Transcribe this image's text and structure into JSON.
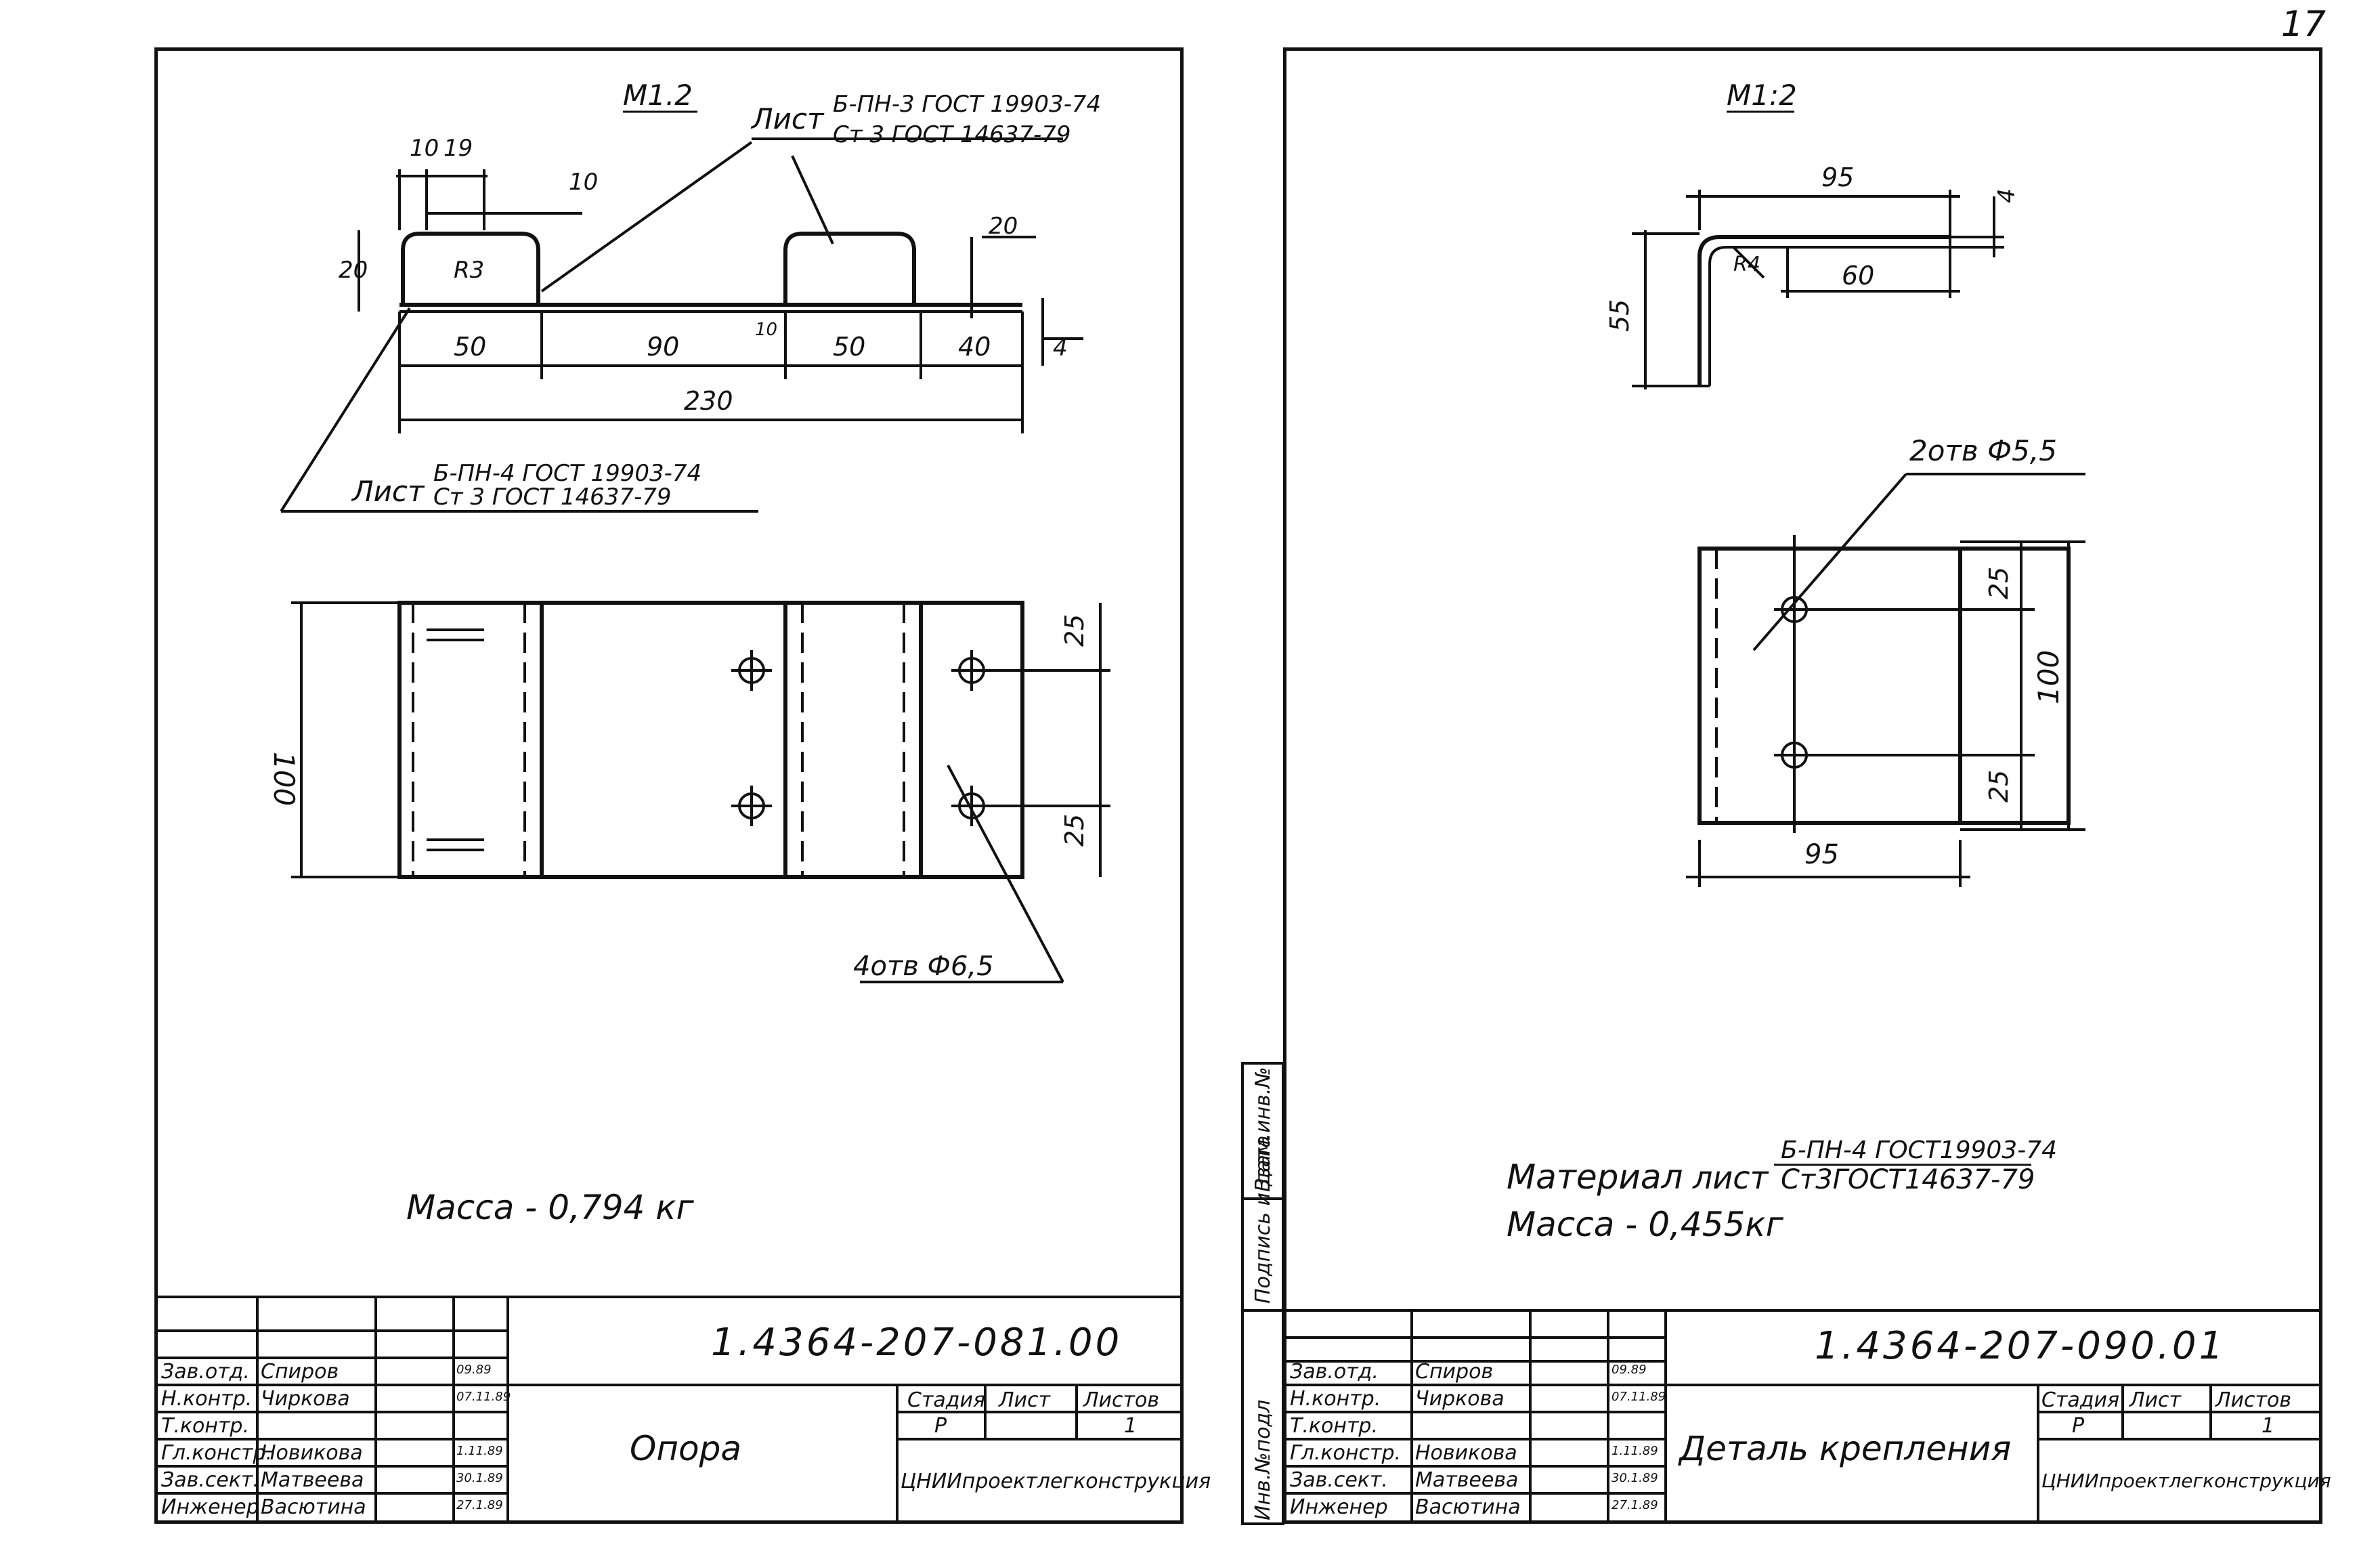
{
  "page_number": "17",
  "left": {
    "scale": "M1.2",
    "callout_top": {
      "prefix": "Лист",
      "numerator": "Б-ПН-3 ГОСТ 19903-74",
      "denominator": "Ст 3 ГОСТ 14637-79"
    },
    "callout_bottom": {
      "prefix": "Лист",
      "numerator": "Б-ПН-4 ГОСТ 19903-74",
      "denominator": "Ст 3 ГОСТ 14637-79"
    },
    "dims_top": [
      "10",
      "19",
      "10",
      "20",
      "R3",
      "20",
      "10",
      "4"
    ],
    "dims_bottom": [
      "50",
      "90",
      "50",
      "40",
      "230"
    ],
    "dims_plan": [
      "100",
      "25",
      "25"
    ],
    "holes": "4отв Ф6,5",
    "mass": "Масса - 0,794 кг",
    "doc_code": "1.4364-207-081.00",
    "part_name": "Опора",
    "org": "ЦНИИпроектлегконструкция",
    "stage_labels": [
      "Стадия",
      "Лист",
      "Листов"
    ],
    "stage_values": [
      "Р",
      "",
      "1"
    ],
    "roles": [
      "Зав.отд.",
      "Н.контр.",
      "Т.контр.",
      "Гл.констр.",
      "Зав.сект.",
      "Инженер"
    ],
    "names": [
      "Спиров",
      "Чиркова",
      "",
      "Новикова",
      "Матвеева",
      "Васютина"
    ],
    "dates": [
      "09.89",
      "07.11.89",
      "",
      "1.11.89",
      "30.1.89",
      "27.1.89"
    ]
  },
  "right": {
    "scale": "M1:2",
    "dims_top": [
      "95",
      "4",
      "R4",
      "60",
      "55"
    ],
    "holes": "2отв Ф5,5",
    "dims_plan": [
      "25",
      "100",
      "25",
      "95"
    ],
    "material_label": "Материал",
    "material": {
      "prefix": "лист",
      "numerator": "Б-ПН-4 ГОСТ19903-74",
      "denominator": "Ст3ГОСТ14637-79"
    },
    "mass": "Масса - 0,455кг",
    "doc_code": "1.4364-207-090.01",
    "part_name": "Деталь крепления",
    "org": "ЦНИИпроектлегконструкция",
    "stage_labels": [
      "Стадия",
      "Лист",
      "Листов"
    ],
    "stage_values": [
      "Р",
      "",
      "1"
    ],
    "roles": [
      "Зав.отд.",
      "Н.контр.",
      "Т.контр.",
      "Гл.констр.",
      "Зав.сект.",
      "Инженер"
    ],
    "names": [
      "Спиров",
      "Чиркова",
      "",
      "Новикова",
      "Матвеева",
      "Васютина"
    ],
    "dates": [
      "09.89",
      "07.11.89",
      "",
      "1.11.89",
      "30.1.89",
      "27.1.89"
    ],
    "side_labels": [
      "Инв.№подл",
      "Подпись и дата",
      "Взам.инв.№"
    ]
  }
}
